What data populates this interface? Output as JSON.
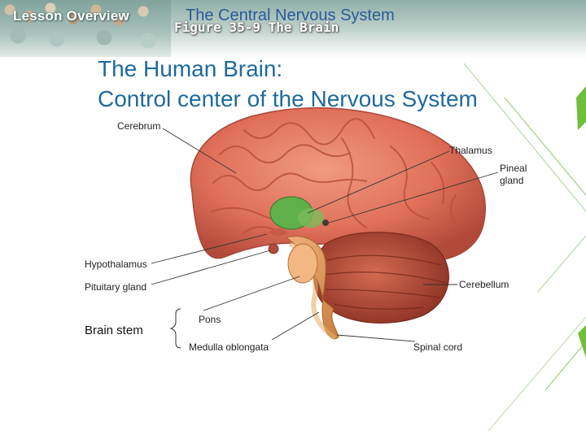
{
  "header": {
    "lesson": "Lesson Overview",
    "section_title": "The Central Nervous System",
    "figure_label": "Figure 35-9 The Brain"
  },
  "slide": {
    "title_line1": "The Human Brain:",
    "title_line2": "Control center of the Nervous System"
  },
  "labels": {
    "cerebrum": "Cerebrum",
    "thalamus": "Thalamus",
    "pineal_line1": "Pineal",
    "pineal_line2": "gland",
    "hypothalamus": "Hypothalamus",
    "pituitary": "Pituitary gland",
    "cerebellum": "Cerebellum",
    "pons": "Pons",
    "brain_stem": "Brain stem",
    "medulla": "Medulla oblongata",
    "spinal_cord": "Spinal cord"
  },
  "colors": {
    "title_blue": "#1f6a9c",
    "accent_green": "#6fbf3a",
    "cerebrum_pink": "#e8806a",
    "thalamus_green": "#5fb04a"
  }
}
